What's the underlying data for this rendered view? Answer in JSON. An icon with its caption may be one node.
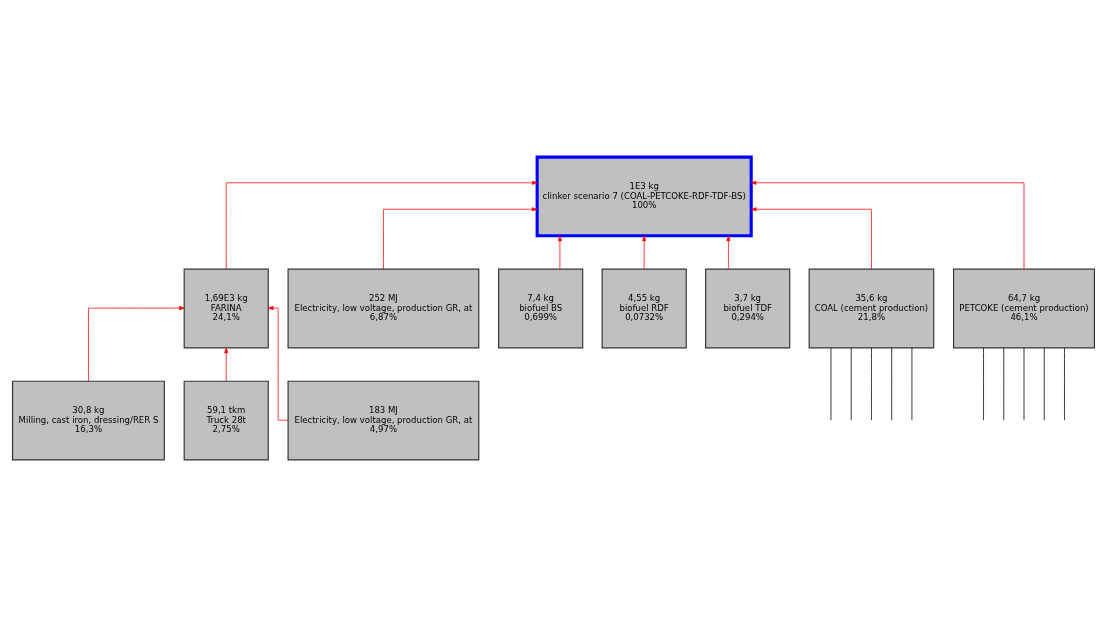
{
  "diagram": {
    "nodes": [
      {
        "text": [
          "1E3 kg",
          "clinker scenario 7 (COAL-PETCOKE-RDF-TDF-BS)",
          "100%"
        ]
      },
      {
        "text": [
          "1,69E3 kg",
          "FARINA",
          "24,1%"
        ]
      },
      {
        "text": [
          "252 MJ",
          "Electricity, low voltage, production GR, at",
          "6,87%"
        ]
      },
      {
        "text": [
          "7,4 kg",
          "biofuel BS",
          "0,699%"
        ]
      },
      {
        "text": [
          "4,55 kg",
          "biofuel RDF",
          "0,0732%"
        ]
      },
      {
        "text": [
          "3,7 kg",
          "biofuel TDF",
          "0,294%"
        ]
      },
      {
        "text": [
          "35,6 kg",
          "COAL (cement production)",
          "21,8%"
        ]
      },
      {
        "text": [
          "64,7 kg",
          "PETCOKE (cement production)",
          "46,1%"
        ]
      },
      {
        "text": [
          "30,8 kg",
          "Milling, cast iron, dressing/RER S",
          "16,3%"
        ]
      },
      {
        "text": [
          "59,1 tkm",
          "Truck 28t",
          "2,75%"
        ]
      },
      {
        "text": [
          "183 MJ",
          "Electricity, low voltage, production GR, at",
          "4,97%"
        ]
      }
    ],
    "edges": [
      {
        "from": 1,
        "to": 0,
        "arrow": "to"
      },
      {
        "from": 2,
        "to": 0,
        "arrow": "to"
      },
      {
        "from": 3,
        "to": 0,
        "arrow": "to"
      },
      {
        "from": 4,
        "to": 0,
        "arrow": "to"
      },
      {
        "from": 5,
        "to": 0,
        "arrow": "to"
      },
      {
        "from": 6,
        "to": 0,
        "arrow": "to"
      },
      {
        "from": 7,
        "to": 0,
        "arrow": "to"
      },
      {
        "from": 8,
        "to": 1,
        "arrow": "to"
      },
      {
        "from": 9,
        "to": 1,
        "arrow": "to"
      },
      {
        "from": 10,
        "to": 1,
        "arrow": "to"
      },
      {
        "from": null,
        "to": 6,
        "arrow": "none",
        "color": "#000000"
      },
      {
        "from": null,
        "to": 6,
        "arrow": "none",
        "color": "#000000"
      },
      {
        "from": null,
        "to": 6,
        "arrow": "none",
        "color": "#000000"
      },
      {
        "from": null,
        "to": 6,
        "arrow": "none",
        "color": "#000000"
      },
      {
        "from": null,
        "to": 6,
        "arrow": "none",
        "color": "#000000"
      },
      {
        "from": null,
        "to": 7,
        "arrow": "none",
        "color": "#000000"
      },
      {
        "from": null,
        "to": 7,
        "arrow": "none",
        "color": "#000000"
      },
      {
        "from": null,
        "to": 7,
        "arrow": "none",
        "color": "#000000"
      },
      {
        "from": null,
        "to": 7,
        "arrow": "none",
        "color": "#000000"
      },
      {
        "from": null,
        "to": 7,
        "arrow": "none",
        "color": "#000000"
      }
    ]
  }
}
